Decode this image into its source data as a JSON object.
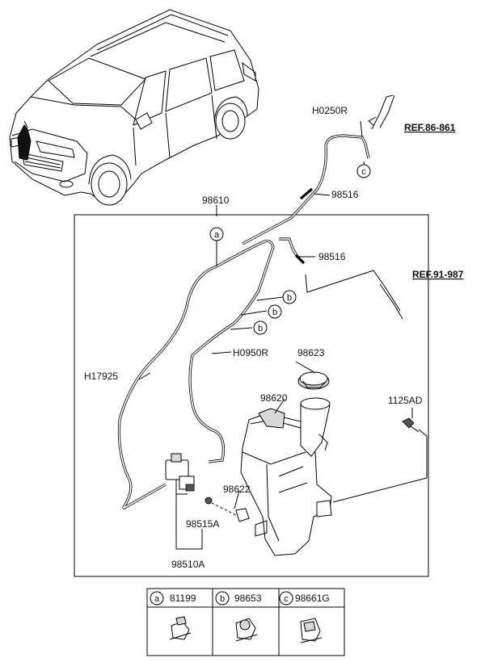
{
  "labels": {
    "hose_main": "98610",
    "hose_upper": "H0250R",
    "ref_upper": "REF.86-861",
    "clip_upper": "98516",
    "clip_lower": "98516",
    "ref_lower": "REF.91-987",
    "hose_left": "H17925",
    "hose_mid": "H0950R",
    "cap": "98623",
    "reservoir": "98620",
    "bolt": "1125AD",
    "grommet": "98622",
    "pump": "98515A",
    "assembly": "98510A"
  },
  "callouts": {
    "a": "a",
    "b": "b",
    "c": "c"
  },
  "legend": [
    {
      "letter": "a",
      "part": "81199"
    },
    {
      "letter": "b",
      "part": "98653"
    },
    {
      "letter": "c",
      "part": "98661G"
    }
  ]
}
